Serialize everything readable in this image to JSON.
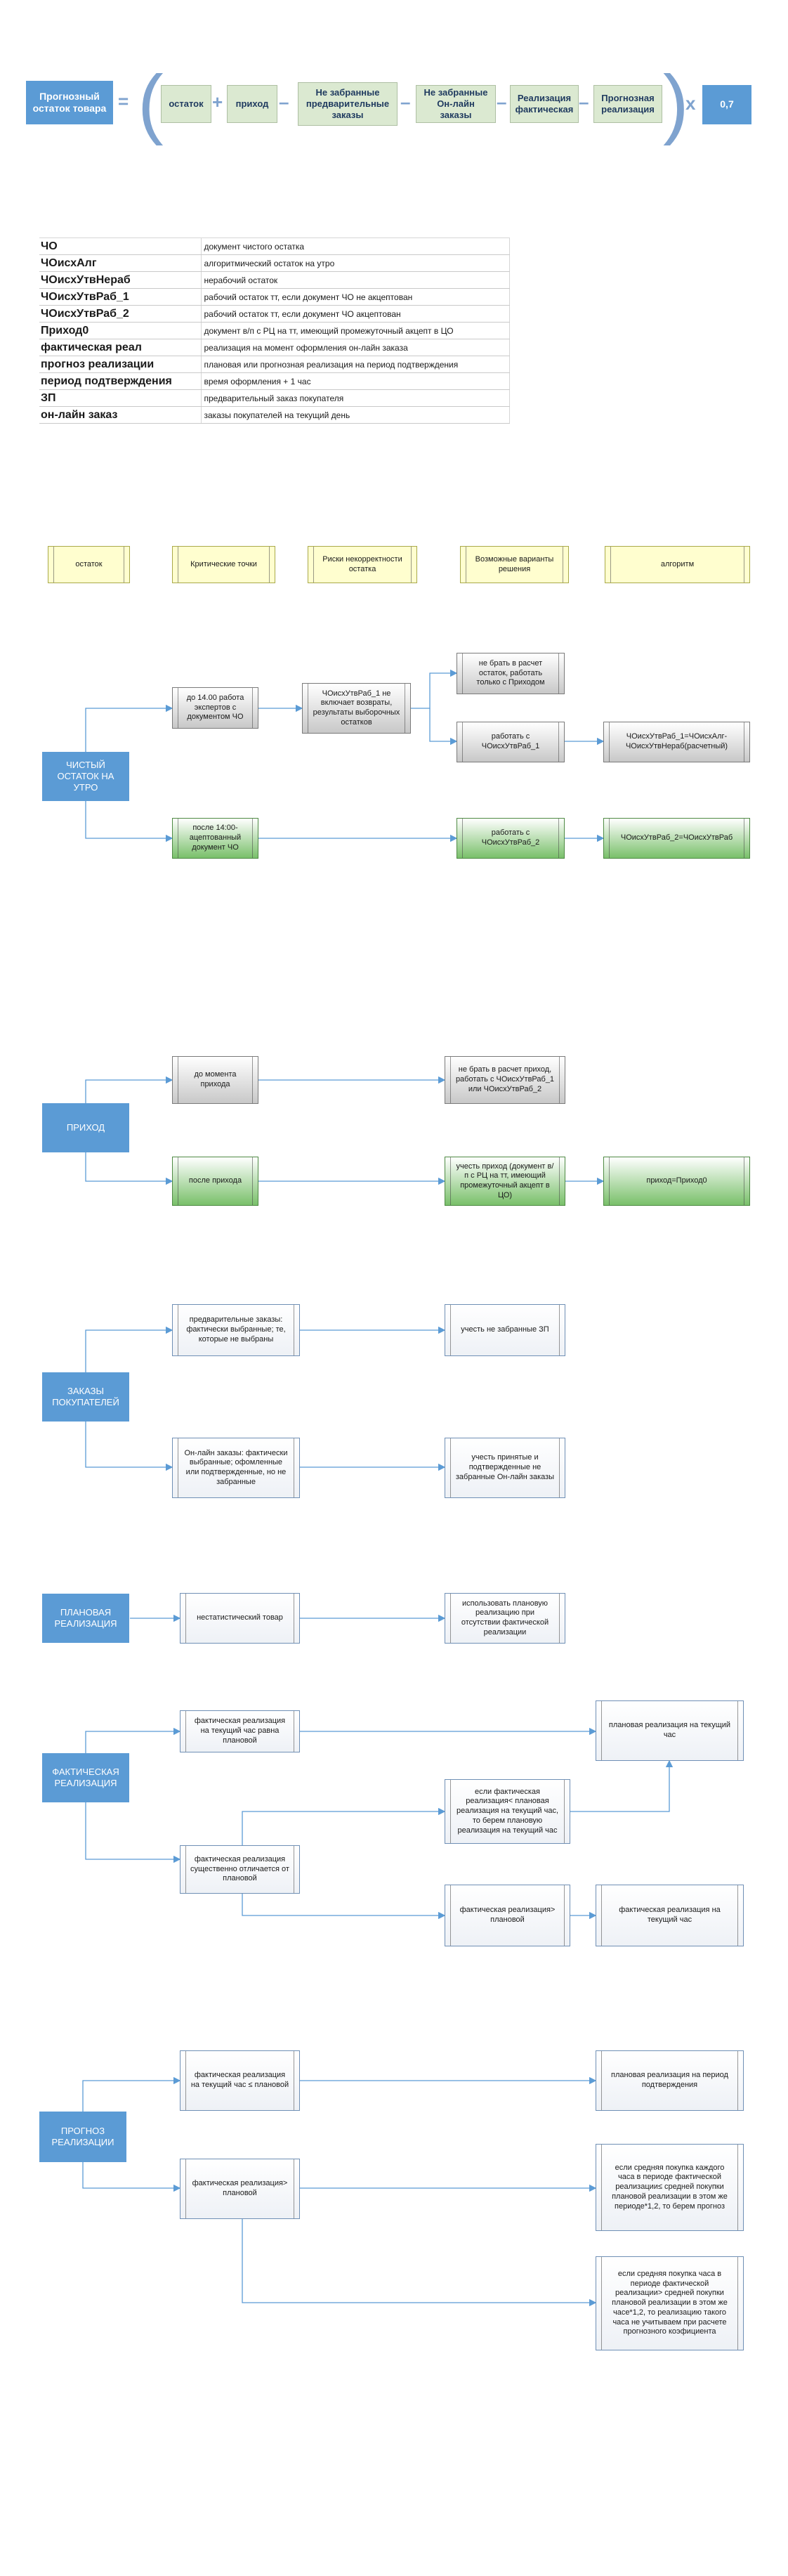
{
  "formula": {
    "result": "Прогнозный остаток товара",
    "eq": "=",
    "plus": "+",
    "minus": "–",
    "times": "x",
    "items": [
      "остаток",
      "приход",
      "Не забранные предварительные заказы",
      "Не забранные Он-лайн заказы",
      "Реализация фактическая",
      "Прогнозная реализация"
    ],
    "coef": "0,7"
  },
  "legend": [
    {
      "key": "ЧО",
      "value": "документ чистого остатка"
    },
    {
      "key": "ЧОисхАлг",
      "value": "алгоритмический остаток на утро"
    },
    {
      "key": "ЧОисхУтвНераб",
      "value": "нерабочий остаток"
    },
    {
      "key": "ЧОисхУтвРаб_1",
      "value": "рабочий остаток тт, если документ ЧО не акцептован"
    },
    {
      "key": "ЧОисхУтвРаб_2",
      "value": "рабочий остаток тт, если документ ЧО акцептован"
    },
    {
      "key": "Приход0",
      "value": "документ в/п с РЦ на тт, имеющий промежуточный акцепт в ЦО"
    },
    {
      "key": "фактическая реал",
      "value": "реализация на момент оформления он-лайн заказа"
    },
    {
      "key": "прогноз реализации",
      "value": "плановая или прогнозная реализация на период подтверждения"
    },
    {
      "key": "период подтверждения",
      "value": "время оформления + 1 час"
    },
    {
      "key": "ЗП",
      "value": "предварительный заказ покупателя"
    },
    {
      "key": "он-лайн заказ",
      "value": "заказы покупателей на текущий день"
    }
  ],
  "headers": [
    "остаток",
    "Критические точки",
    "Риски некорректности остатка",
    "Возможные варианты решения",
    "алгоритм"
  ],
  "s1": {
    "main": "ЧИСТЫЙ ОСТАТОК НА УТРО",
    "before": "до 14.00 работа экспертов с документом ЧО",
    "risk": "ЧОисхУтвРаб_1 не включает возвраты, результаты выборочных остатков",
    "opt1": "не брать в расчет остаток, работать только с Приходом",
    "opt2": "работать с ЧОисхУтвРаб_1",
    "alg2": "ЧОисхУтвРаб_1=ЧОисхАлг-ЧОисхУтвНераб(расчетный)",
    "after": "после 14:00-ацептованный документ ЧО",
    "opt3": "работать с ЧОисхУтвРаб_2",
    "alg3": "ЧОисхУтвРаб_2=ЧОисхУтвРаб"
  },
  "s2": {
    "main": "ПРИХОД",
    "before": "до момента прихода",
    "opt1": "не брать в расчет приход, работать с ЧОисхУтвРаб_1 или ЧОисхУтвРаб_2",
    "after": "после прихода",
    "opt2": "учесть приход (документ в/п с РЦ на тт, имеющий промежуточный акцепт в ЦО)",
    "alg": "приход=Приход0"
  },
  "s3": {
    "main": "ЗАКАЗЫ ПОКУПАТЕЛЕЙ",
    "pre": "предварительные заказы: фактически выбранные; те, которые не выбраны",
    "preopt": "учесть не забранные ЗП",
    "online": "Он-лайн заказы: фактически выбранные; офомленные или подтвержденные, но не забранные",
    "onlineopt": "учесть принятые и подтвержденные не забранные Он-лайн заказы"
  },
  "s4": {
    "main": "ПЛАНОВАЯ РЕАЛИЗАЦИЯ",
    "point": "нестатистический товар",
    "opt": "использовать плановую реализацию при отсутствии фактической реализации"
  },
  "s5": {
    "main": "ФАКТИЧЕСКАЯ РЕАЛИЗАЦИЯ",
    "eq": "фактическая реализация на текущий час равна плановой",
    "eqopt": "плановая реализация на текущий час",
    "diff": "фактическая реализация существенно отличается от плановой",
    "lessopt": "если фактическая реализация< плановая реализация на текущий час, то берем плановую реализация на текущий час",
    "gt": "фактическая реализация> плановой",
    "gtopt": "фактическая реализация на текущий час"
  },
  "s6": {
    "main": "ПРОГНОЗ РЕАЛИЗАЦИИ",
    "le": "фактическая реализация на текущий час ≤ плановой",
    "leopt": "плановая реализация на период подтверждения",
    "gt": "фактическая реализация> плановой",
    "opt1": "если средняя покупка каждого часа в периоде фактической реализации≤ средней покупки плановой реализации в этом же периоде*1,2, то берем прогноз",
    "opt2": "если средняя покупка часа в периоде фактической реализации> средней покупки плановой реализации в этом же часе*1,2, то реализацию такого часа не учитываем при расчете прогнозного коэфициента"
  }
}
